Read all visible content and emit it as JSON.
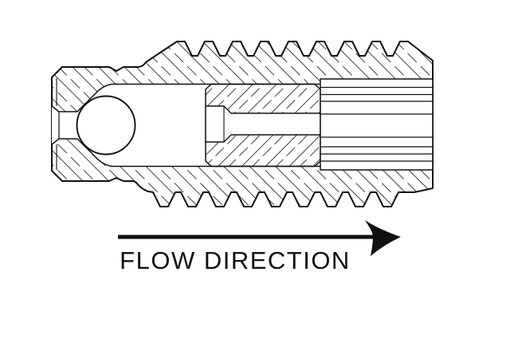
{
  "diagram": {
    "type": "engineering cross-section drawing",
    "subject": "threaded ball check valve cartridge",
    "label": "FLOW DIRECTION",
    "arrow_direction": "right",
    "parts": {
      "body": "externally threaded valve body (section hatched)",
      "ball": "check ball",
      "insert": "seat insert with center bore (section hatched)",
      "retainer": "internal retainer / spring cage seen through outlet"
    },
    "colors": {
      "line": "#111111",
      "background": "#ffffff"
    }
  }
}
